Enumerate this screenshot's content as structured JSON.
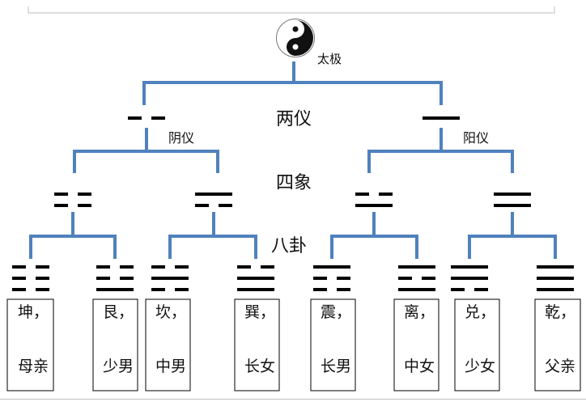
{
  "root": {
    "label": "太极"
  },
  "levels": {
    "liangyi": "两仪",
    "sixiang": "四象",
    "bagua": "八卦"
  },
  "yi": [
    {
      "label": "阴仪",
      "lines": [
        0
      ]
    },
    {
      "label": "阳仪",
      "lines": [
        1
      ]
    }
  ],
  "xiang": [
    {
      "lines": [
        0,
        0
      ]
    },
    {
      "lines": [
        0,
        1
      ]
    },
    {
      "lines": [
        1,
        0
      ]
    },
    {
      "lines": [
        1,
        1
      ]
    }
  ],
  "trigrams": [
    {
      "name": "坤",
      "sep": "，",
      "role": "母亲",
      "lines": [
        0,
        0,
        0
      ]
    },
    {
      "name": "艮",
      "sep": "，",
      "role": "少男",
      "lines": [
        1,
        0,
        0
      ]
    },
    {
      "name": "坎",
      "sep": "，",
      "role": "中男",
      "lines": [
        0,
        1,
        0
      ]
    },
    {
      "name": "巽",
      "sep": "，",
      "role": "长女",
      "lines": [
        1,
        1,
        0
      ]
    },
    {
      "name": "震",
      "sep": "，",
      "role": "长男",
      "lines": [
        0,
        0,
        1
      ]
    },
    {
      "name": "离",
      "sep": "，",
      "role": "中女",
      "lines": [
        1,
        0,
        1
      ]
    },
    {
      "name": "兑",
      "sep": "，",
      "role": "少女",
      "lines": [
        0,
        1,
        1
      ]
    },
    {
      "name": "乾",
      "sep": "，",
      "role": "父亲",
      "lines": [
        1,
        1,
        1
      ]
    }
  ],
  "colors": {
    "connector": "#4f81bd",
    "line": "#000000",
    "box": "#000000"
  }
}
